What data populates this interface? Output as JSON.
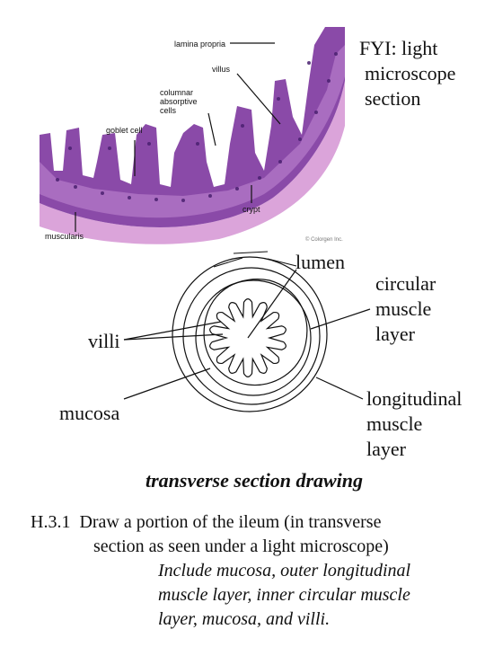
{
  "micrograph": {
    "labels": {
      "lamina_propria": "lamina propria",
      "villus": "villus",
      "columnar_1": "columnar",
      "columnar_2": "absorptive",
      "columnar_3": "cells",
      "goblet": "goblet cell",
      "crypt": "crypt",
      "muscularis": "muscularis",
      "credit": "© Colorgen Inc."
    },
    "colors": {
      "tissue": "#8a4aa8",
      "muscle": "#d79ad6",
      "nuclei": "#4a2070"
    }
  },
  "fyi": {
    "line1": "FYI: light",
    "line2": "microscope",
    "line3": "section"
  },
  "drawing": {
    "labels": {
      "lumen": "lumen",
      "villi": "villi",
      "mucosa": "mucosa",
      "circular_1": "circular",
      "circular_2": "muscle",
      "circular_3": "layer",
      "longitudinal_1": "longitudinal",
      "longitudinal_2": "muscle",
      "longitudinal_3": "layer"
    },
    "caption": "transverse section drawing"
  },
  "task": {
    "number": "H.3.1",
    "line1": "Draw a portion of the ileum (in transverse",
    "line2": "section as seen under a light microscope)",
    "line3": "Include mucosa, outer longitudinal",
    "line4": "muscle layer, inner circular muscle",
    "line5": "layer, mucosa, and villi."
  }
}
